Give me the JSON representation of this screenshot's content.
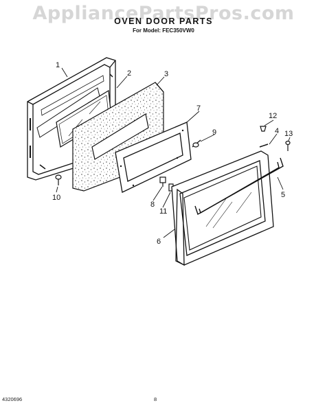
{
  "watermark": "AppliancePartsPros.com",
  "title": "OVEN DOOR PARTS",
  "subtitle": "For Model: FEC350VW0",
  "footer": {
    "doc_number": "4320696",
    "page": "8"
  },
  "callouts": [
    "1",
    "2",
    "3",
    "4",
    "5",
    "6",
    "7",
    "8",
    "9",
    "10",
    "11",
    "12",
    "13"
  ]
}
